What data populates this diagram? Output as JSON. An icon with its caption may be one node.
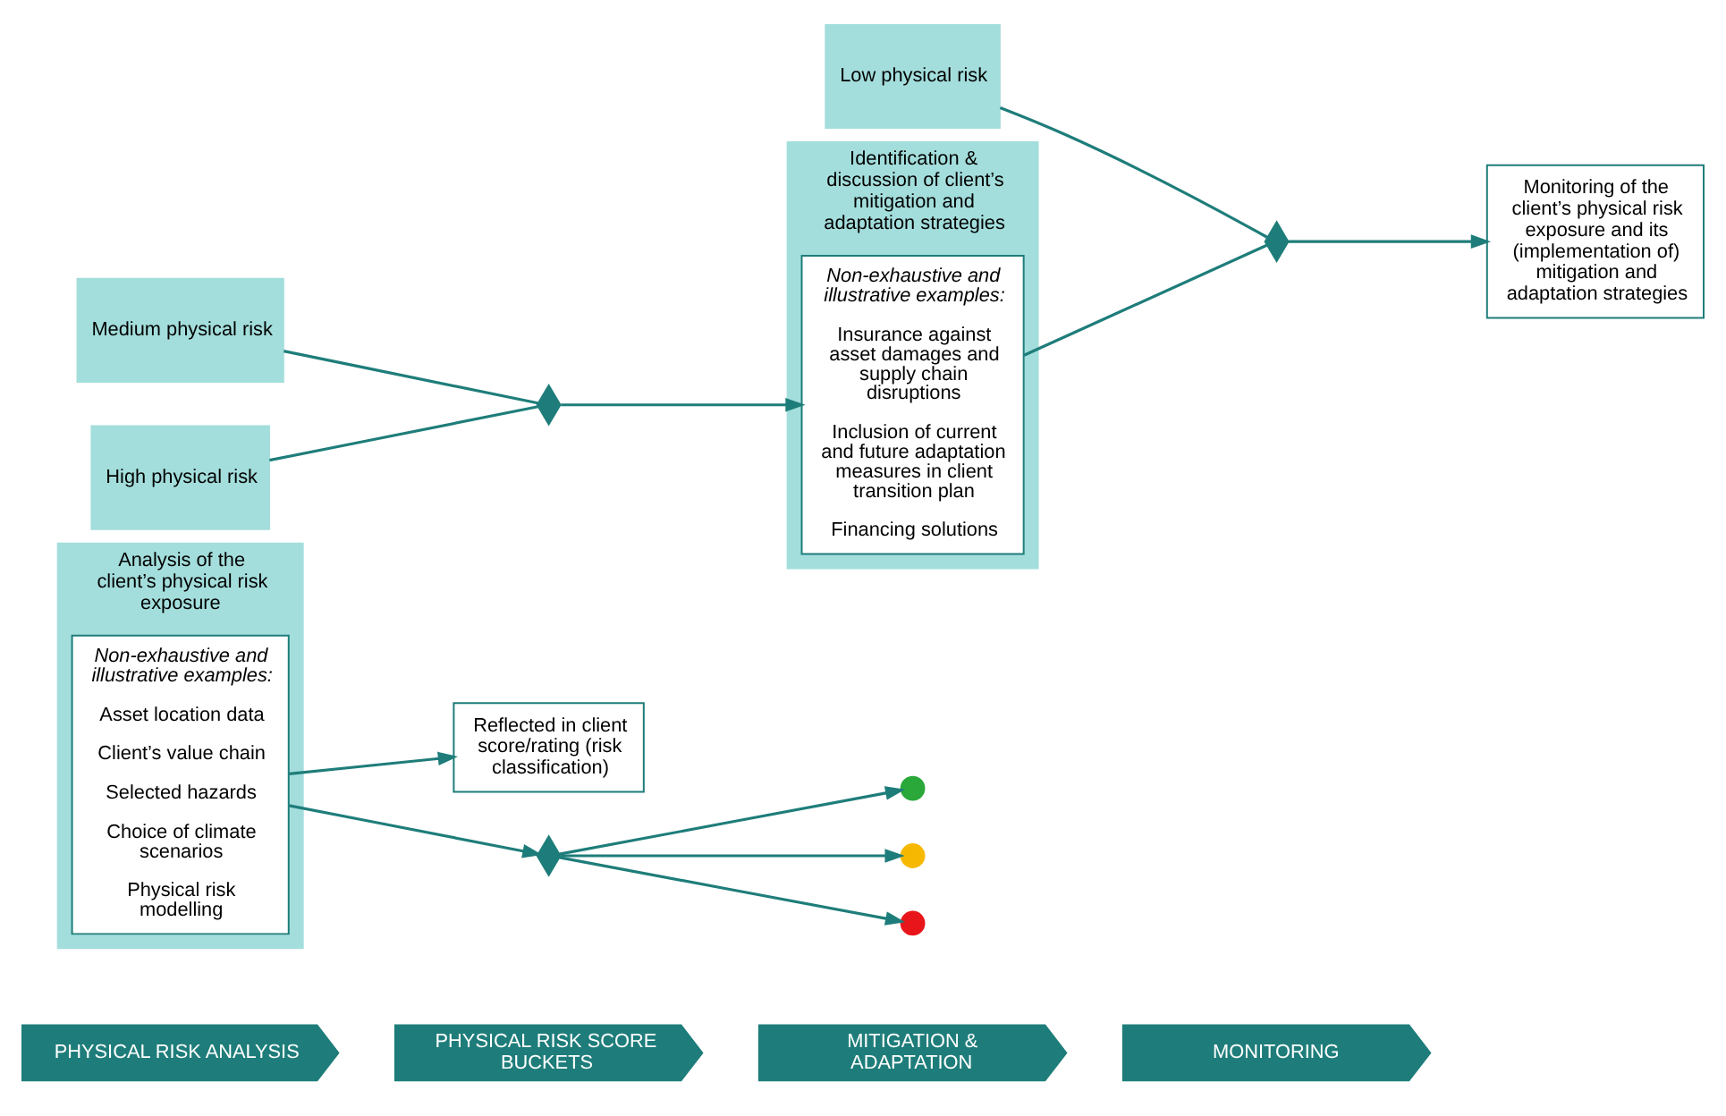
{
  "diagram": {
    "nodes": [
      {
        "text": [
          "PHYSICAL RISK ANALYSIS"
        ]
      },
      {
        "text": [
          "PHYSICAL RISK SCORE BUCKETS"
        ]
      },
      {
        "text": [
          "MITIGATION & ADAPTATION"
        ]
      },
      {
        "text": [
          "MONITORING"
        ]
      },
      {
        "text": [
          "Analysis of the client’s physical risk exposure"
        ]
      },
      {
        "text": [
          "Non-exhaustive and illustrative examples:",
          "Asset location data",
          "Client’s value chain",
          "Selected hazards",
          "Choice of climate scenarios",
          "Physical risk modelling"
        ],
        "in": 4
      },
      {
        "text": [
          "Reflected in client score/rating (risk classification)"
        ]
      },
      {
        "text": [],
        "shape": "diamond"
      },
      {
        "text": [],
        "shape": "circle"
      },
      {
        "text": [
          "Low physical risk"
        ]
      },
      {
        "text": [],
        "shape": "circle"
      },
      {
        "text": [
          "Medium physical risk"
        ]
      },
      {
        "text": [],
        "shape": "circle"
      },
      {
        "text": [
          "High physical risk"
        ]
      },
      {
        "text": [],
        "shape": "diamond"
      },
      {
        "text": [
          "Identification & discussion of client’s mitigation and adaptation strategies"
        ]
      },
      {
        "text": [
          "Non-exhaustive and illustrative examples:",
          "Insurance against asset damages and supply chain disruptions",
          "Inclusion of current and future adaptation measures in client transition plan",
          "Financing solutions"
        ],
        "in": 15
      },
      {
        "text": [],
        "shape": "diamond"
      },
      {
        "text": [
          "Monitoring of the client’s physical risk exposure and its (implementation of) mitigation and adaptation strategies"
        ]
      }
    ],
    "edges": [
      {
        "from": 5,
        "to": 7,
        "arrow": "to"
      },
      {
        "from": 5,
        "to": 6,
        "arrow": "to"
      },
      {
        "from": 7,
        "to": 8,
        "arrow": "to"
      },
      {
        "from": 7,
        "to": 10,
        "arrow": "to"
      },
      {
        "from": 7,
        "to": 12,
        "arrow": "to"
      },
      {
        "from": 11,
        "to": 14,
        "arrow": "none"
      },
      {
        "from": 13,
        "to": 14,
        "arrow": "none"
      },
      {
        "from": 14,
        "to": 16,
        "arrow": "to"
      },
      {
        "from": 9,
        "to": 17,
        "arrow": "none"
      },
      {
        "from": 16,
        "to": 17,
        "arrow": "none"
      },
      {
        "from": 17,
        "to": 18,
        "arrow": "to"
      }
    ]
  }
}
